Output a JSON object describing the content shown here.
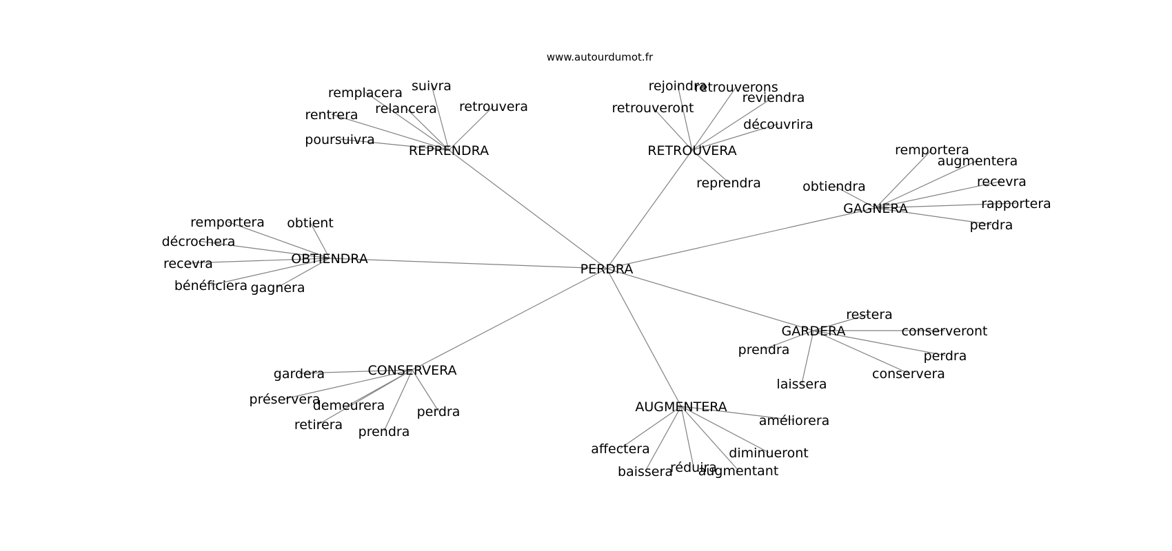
{
  "watermark": "www.autourdumot.fr",
  "graph": {
    "center": "PERDRA",
    "hubs": [
      {
        "label": "REPRENDRA",
        "leaves": [
          "suivra",
          "remplacera",
          "relancera",
          "retrouvera",
          "rentrera",
          "poursuivra"
        ]
      },
      {
        "label": "RETROUVERA",
        "leaves": [
          "rejoindra",
          "retrouverons",
          "reviendra",
          "retrouveront",
          "découvrira",
          "reprendra"
        ]
      },
      {
        "label": "GAGNERA",
        "leaves": [
          "remportera",
          "augmentera",
          "obtiendra",
          "recevra",
          "rapportera",
          "perdra"
        ]
      },
      {
        "label": "OBTIENDRA",
        "leaves": [
          "remportera",
          "obtient",
          "décrochera",
          "recevra",
          "bénéficiera",
          "gagnera"
        ]
      },
      {
        "label": "GARDERA",
        "leaves": [
          "restera",
          "conserveront",
          "prendra",
          "perdra",
          "conservera",
          "laissera"
        ]
      },
      {
        "label": "CONSERVERA",
        "leaves": [
          "gardera",
          "préservera",
          "demeurera",
          "perdra",
          "retirera",
          "prendra"
        ]
      },
      {
        "label": "AUGMENTERA",
        "leaves": [
          "améliorera",
          "affectera",
          "diminueront",
          "réduira",
          "baissera",
          "augmentant"
        ]
      }
    ]
  }
}
